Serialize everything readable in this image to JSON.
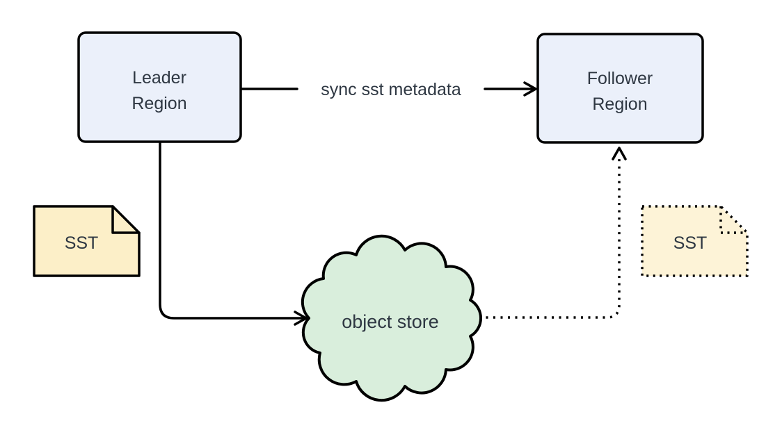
{
  "colors": {
    "background": "#ffffff",
    "region_fill": "#ebf0fa",
    "sst_left_fill": "#fcefc8",
    "sst_right_fill": "#fdf3d7",
    "cloud_fill": "#d9eedc",
    "stroke": "#000000",
    "text": "#2e3742"
  },
  "nodes": {
    "leader_region": {
      "label": "Leader Region",
      "lines": [
        "Leader",
        "Region"
      ]
    },
    "follower_region": {
      "label": "Follower Region",
      "lines": [
        "Follower",
        "Region"
      ]
    },
    "object_store": {
      "label": "object store",
      "shape": "cloud"
    },
    "sst_left": {
      "label": "SST",
      "shape": "document",
      "border": "solid"
    },
    "sst_right": {
      "label": "SST",
      "shape": "document",
      "border": "dotted"
    }
  },
  "edges": {
    "sync": {
      "from": "Leader Region",
      "to": "Follower Region",
      "label": "sync sst metadata",
      "style": "solid"
    },
    "upload": {
      "from": "Leader Region",
      "to": "object store",
      "style": "solid"
    },
    "download": {
      "from": "object store",
      "to": "Follower Region",
      "style": "dotted"
    }
  }
}
